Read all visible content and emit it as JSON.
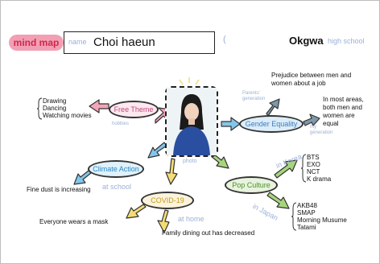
{
  "header": {
    "badge": "mind map",
    "name_label": "name",
    "name_value": "Choi haeun",
    "paren": "(",
    "school_name": "Okgwa",
    "school_hint": "high school"
  },
  "center": {
    "photo_label": "photo"
  },
  "topics": {
    "free_theme": "Free Theme",
    "gender_equality": "Gender Equality",
    "climate_action": "Climate Action",
    "covid": "COVID-19",
    "pop_culture": "Pop Culture"
  },
  "free_theme": {
    "items": [
      "Drawing",
      "Dancing",
      "Watching movies"
    ],
    "hint": "hobbies"
  },
  "gender": {
    "parent_gen_hint": "Parents' generation",
    "parent_gen_text": "Prejudice between men and women about a job",
    "my_gen_hint": "my generation",
    "my_gen_text": "In most areas, both men and women are equal"
  },
  "climate": {
    "text": "Fine dust is increasing"
  },
  "covid": {
    "school_hint": "at school",
    "school_text": "Everyone wears a mask",
    "home_hint": "at home",
    "home_text": "Family dining out has decreased"
  },
  "pop": {
    "korea_hint": "in Korea",
    "korea_items": [
      "BTS",
      "EXO",
      "NCT",
      "K drama"
    ],
    "japan_hint": "in Japan",
    "japan_items": [
      "AKB48",
      "SMAP",
      "Morning Musume",
      "Tatami"
    ]
  },
  "colors": {
    "pink": "#f4a5b8",
    "blue": "#84c6ea",
    "yellow": "#f3dc74",
    "green": "#a8d57c",
    "steel": "#7f99ab",
    "hint": "#9bb0d6"
  }
}
